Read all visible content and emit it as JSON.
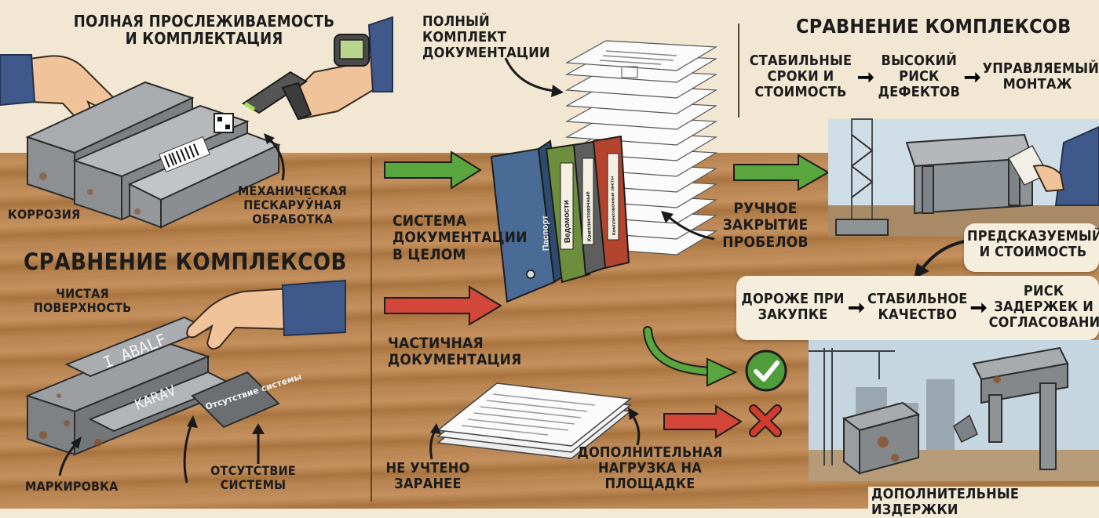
{
  "top_left": {
    "title": "Полная прослеживаемость и комплектация",
    "corrosion": "Коррозия",
    "blasting": "Механическая пескаруўная обработка"
  },
  "bottom_left": {
    "title": "Сравнение комплексов",
    "clean_surface": "Чистая поверхность",
    "marking": "Маркировка",
    "no_system": "Отсутствие системы",
    "plate_text_1": "I ABALF",
    "plate_text_2": "KARAV",
    "plate_text_3": "Отсутствие системы"
  },
  "center": {
    "full_docs": "Полный комплект документации",
    "doc_system": "Система документации в целом",
    "partial_docs": "Частичная документация",
    "not_accounted": "Не учтено заранее",
    "extra_load": "Дополнительная нагрузка на площадке",
    "manual_close": "Ручное закрытие пробелов",
    "binders": [
      "Паспорт",
      "Ведомости",
      "Комплектовочные",
      "Комплектовочные листы"
    ]
  },
  "right": {
    "title": "Сравнение комплексов",
    "flow_top": [
      "Стабильные сроки и стоимость",
      "Высокий риск дефектов",
      "Управляемый монтаж"
    ],
    "predictable": "Предсказуемый и стоимость",
    "flow_bottom": [
      "Дороже при закупке",
      "Стабильное качество",
      "Риск задержек и согласований"
    ],
    "extra_costs": "Дополнительные издержки"
  },
  "colors": {
    "green_arrow": "#5aa63e",
    "red_arrow": "#d2473a",
    "check": "#4f9c3a",
    "cross": "#d23b2e",
    "binder_blue": "#3e5f8a",
    "binder_green": "#6a8a3a",
    "binder_gray": "#5d5d5d",
    "binder_red": "#b8412f"
  }
}
